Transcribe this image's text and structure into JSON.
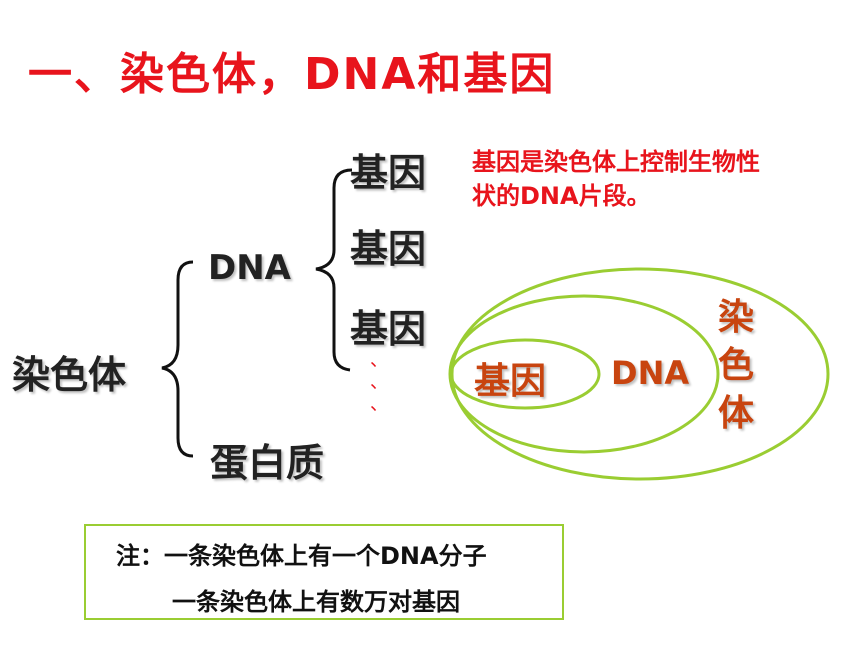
{
  "title": "一、染色体，DNA和基因",
  "tree": {
    "root": "染色体",
    "branch_dna": "DNA",
    "branch_protein": "蛋白质",
    "genes": [
      "基因",
      "基因",
      "基因"
    ],
    "ellipsis": [
      "、",
      "、",
      "、"
    ]
  },
  "definition": {
    "line1": "基因是染色体上控制生物性",
    "line2": "状的DNA片段。"
  },
  "nested": {
    "gene": "基因",
    "dna": "DNA",
    "chromosome_chars": [
      "染",
      "色",
      "体"
    ]
  },
  "note": {
    "line1": "注：一条染色体上有一个DNA分子",
    "line2": "一条染色体上有数万对基因"
  },
  "colors": {
    "title_red": "#e8141c",
    "ellipse_green": "#9acd32",
    "label_orange": "#c8440f"
  }
}
